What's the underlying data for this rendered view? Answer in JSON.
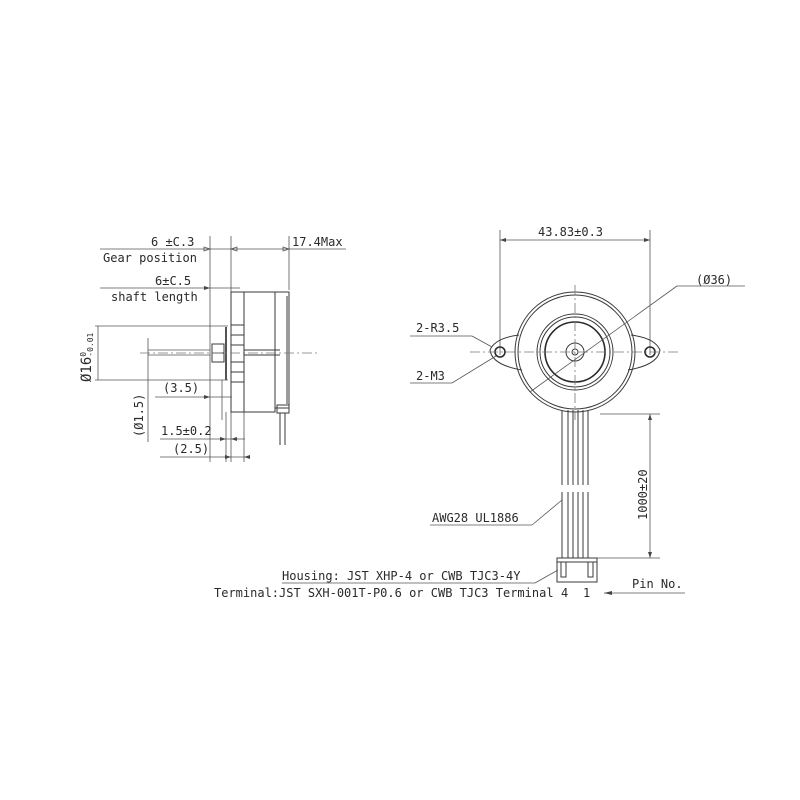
{
  "drawing": {
    "side_view": {
      "gear_position_dim": "6 ±C.3",
      "gear_position_label": "Gear position",
      "max_length_dim": "17.4Max",
      "shaft_length_dim": "6±C.5",
      "shaft_length_label": "shaft length",
      "diameter_dim": "Ø16 -0.01 / 0",
      "diameter_main": "Ø16",
      "diameter_tol_upper": "0",
      "diameter_tol_lower": "-0.01",
      "dim_3_5": "(3.5)",
      "dim_phi_1_5": "(Ø1.5)",
      "dim_1_5": "1.5±0.2",
      "dim_2_5": "(2.5)"
    },
    "front_view": {
      "width_dim": "43.83±0.3",
      "body_diameter": "(Ø36)",
      "radius_label": "2-R3.5",
      "screw_label": "2-M3",
      "cable_length_dim": "1000±20",
      "wire_spec": "AWG28 UL1886"
    },
    "connector": {
      "housing": "Housing: JST XHP-4 or CWB TJC3-4Y",
      "terminal": "Terminal:JST SXH-001T-P0.6 or CWB TJC3 Terminal",
      "pin_left": "4",
      "pin_right": "1",
      "pin_label": "Pin No."
    },
    "colors": {
      "line": "#3a3a3a",
      "background": "#ffffff"
    }
  }
}
